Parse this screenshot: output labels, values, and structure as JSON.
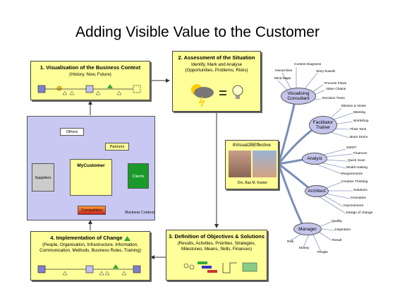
{
  "title": "Adding Visible Value to the Customer",
  "box1": {
    "heading": "1. Visualisation of the Business Context",
    "sub": "(History, Now, Future)"
  },
  "box2": {
    "heading": "2. Assessment of the Situation",
    "line1": "Identify, Mark and Analyse",
    "line2": "(Opportunities, Problems, Risks)"
  },
  "box3": {
    "heading": "3. Definition of Objectives & Solutions",
    "line1": "(Results, Activities, Priorities, Strategies,",
    "line2": "Milestones, Means, Skills, Finances)"
  },
  "box4": {
    "heading": "4. Implementation of Change",
    "line1": "(People, Organisation, Infrastructure, Information,",
    "line2": "Communication, Methods, Business Rules, Training)"
  },
  "context": {
    "label": "Business Context",
    "center": "MyCustomer",
    "others": "Others",
    "partners": "Partners",
    "suppliers": "Suppliers",
    "clients": "Clients",
    "competitors": "Competitors"
  },
  "profile": {
    "title": "8Visual2BEffective",
    "caption": "Drs. Bas M. Kooter"
  },
  "mindmap": {
    "nodes": [
      {
        "label": "Visualising Consultant",
        "leaves": [
          "Context Diagrams",
          "Hierarchies",
          "Story boards",
          "Mind Maps",
          "Process Flows",
          "Value Chains",
          "Decision Trees"
        ]
      },
      {
        "label": "Facilitator Trainer",
        "leaves": [
          "Mission & Vision",
          "Meeting",
          "Workshop",
          "Think Tank",
          "Brain Storm"
        ]
      },
      {
        "label": "Analyst",
        "leaves": [
          "SWOT",
          "Finances",
          "Quick Scan",
          "Model making",
          "Requirements"
        ]
      },
      {
        "label": "Architect",
        "leaves": [
          "Creative Thinking",
          "Solutions",
          "Innovation",
          "Improvement",
          "Design of change"
        ]
      },
      {
        "label": "Manager",
        "leaves": [
          "Quality",
          "Inspiration",
          "Result",
          "Risk",
          "Money",
          "People"
        ]
      }
    ]
  }
}
